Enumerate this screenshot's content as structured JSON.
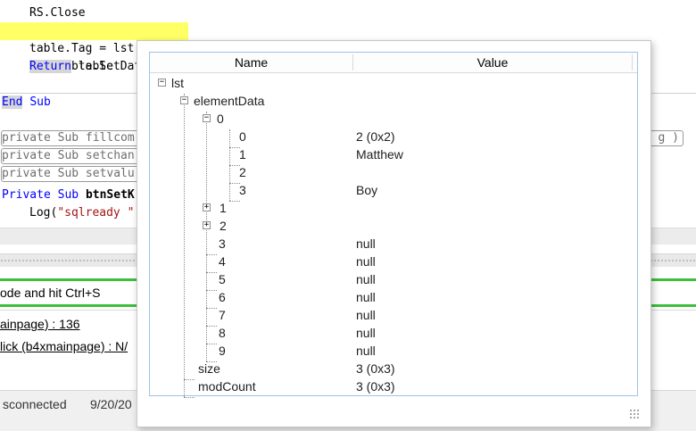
{
  "code": {
    "l1": "RS.Close",
    "l2": "table.SetData(lst)",
    "l3a": "table.Tag = lst",
    "l4_kw": "Return",
    "l4_rest": " table",
    "l5_end": "End",
    "l5_sub": "Sub",
    "fold1": "private Sub fillcom",
    "fold2": "private Sub setchan",
    "fold3": "private Sub setvalu",
    "fold_right": "g )",
    "l9_private": "Private",
    "l9_sub": "Sub",
    "l9_name": "btnSetK",
    "l10_log": "Log(",
    "l10_str": "\"sqlready \""
  },
  "log": {
    "hint": "ode and hit Ctrl+S",
    "line1": "ainpage) : 136",
    "line2": "lick (b4xmainpage) : N/"
  },
  "status": {
    "connection": "sconnected",
    "date": "9/20/20"
  },
  "popup": {
    "columns": [
      "Name",
      "Value"
    ],
    "rows": [
      {
        "name": "lst",
        "value": ""
      },
      {
        "name": "elementData",
        "value": ""
      },
      {
        "name": "0",
        "value": ""
      },
      {
        "name": "0",
        "value": "2 (0x2)"
      },
      {
        "name": "1",
        "value": "Matthew"
      },
      {
        "name": "2",
        "value": ""
      },
      {
        "name": "3",
        "value": "Boy"
      },
      {
        "name": "1",
        "value": ""
      },
      {
        "name": "2",
        "value": ""
      },
      {
        "name": "3",
        "value": "null"
      },
      {
        "name": "4",
        "value": "null"
      },
      {
        "name": "5",
        "value": "null"
      },
      {
        "name": "6",
        "value": "null"
      },
      {
        "name": "7",
        "value": "null"
      },
      {
        "name": "8",
        "value": "null"
      },
      {
        "name": "9",
        "value": "null"
      },
      {
        "name": "size",
        "value": "3 (0x3)"
      },
      {
        "name": "modCount",
        "value": "3 (0x3)"
      }
    ]
  }
}
